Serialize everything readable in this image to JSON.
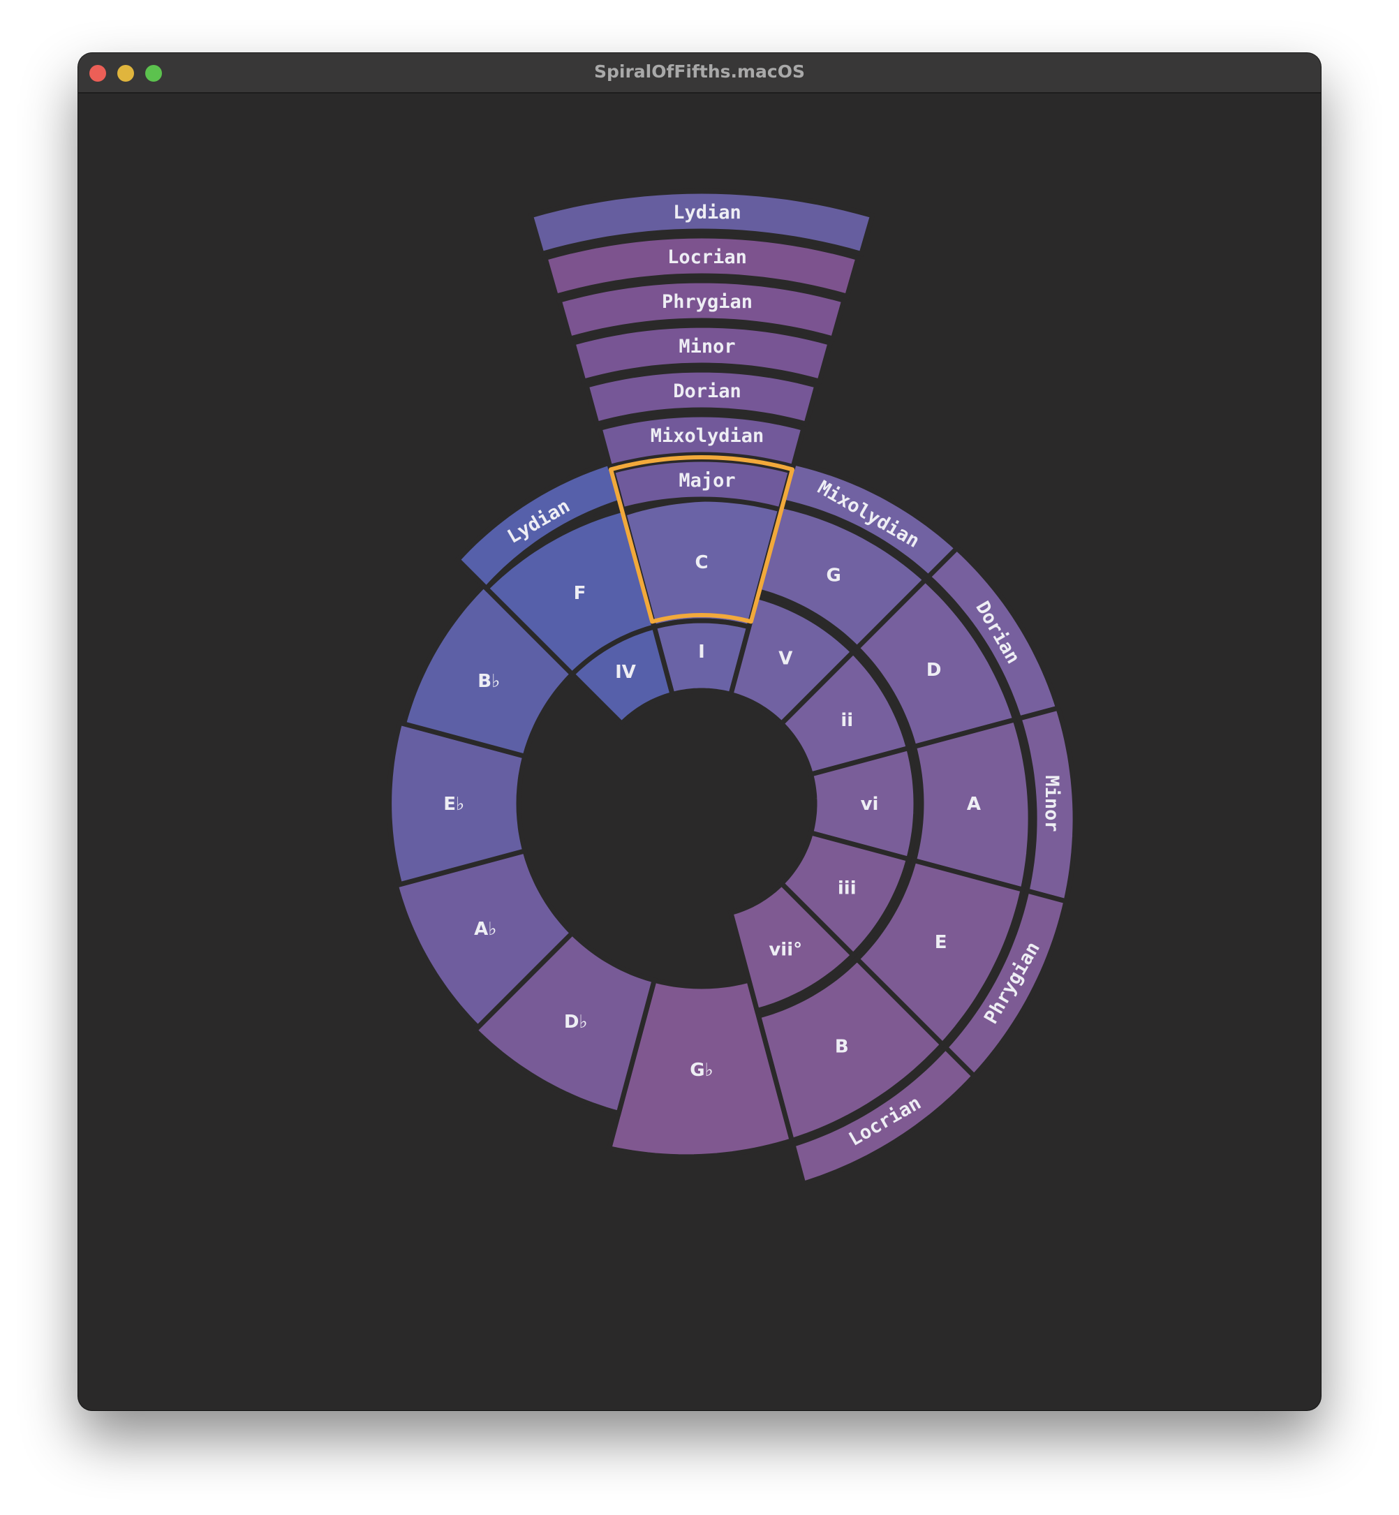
{
  "window": {
    "title": "SpiralOfFifths.macOS"
  },
  "colors": {
    "background": "#2a2929",
    "gap": "#2a2929",
    "highlight": "#f2a93b",
    "label": "#eeeef4",
    "key_gradient": [
      "#6a63a6",
      "#77609e",
      "#7d5b94",
      "#805890",
      "#6f5d9e",
      "#5d60a6",
      "#4f5fae"
    ]
  },
  "keys": [
    "C",
    "G",
    "D",
    "A",
    "E",
    "B",
    "G♭",
    "D♭",
    "A♭",
    "E♭",
    "B♭",
    "F"
  ],
  "degrees": [
    "I",
    "V",
    "ii",
    "vi",
    "iii",
    "vii°",
    "IV"
  ],
  "outer_modes": [
    "Lydian",
    "Mixolydian",
    "Dorian",
    "Minor",
    "Phrygian",
    "Locrian"
  ],
  "mode_stack": [
    "Major",
    "Mixolydian",
    "Dorian",
    "Minor",
    "Phrygian",
    "Locrian",
    "Lydian"
  ],
  "selected": {
    "key": "C",
    "mode": "Major"
  }
}
